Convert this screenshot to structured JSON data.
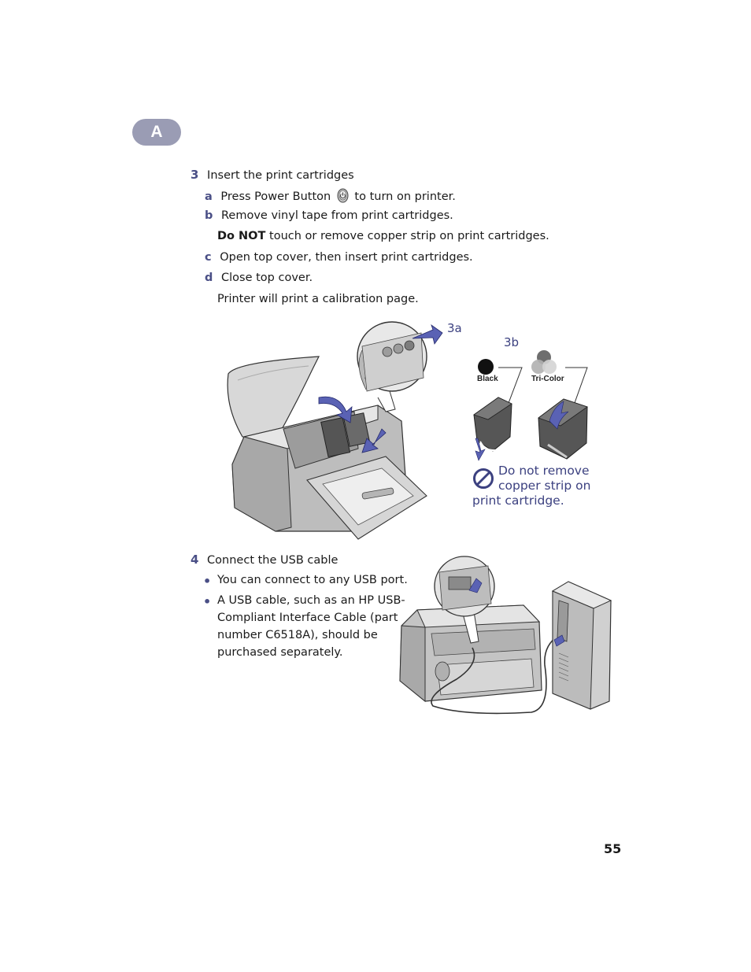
{
  "chapter_tab": "A",
  "step3": {
    "number": "3",
    "title": "Insert the print cartridges",
    "a": {
      "letter": "a",
      "text_before": "Press Power Button",
      "text_after": "to turn on printer."
    },
    "b": {
      "letter": "b",
      "text": "Remove vinyl tape from print cartridges."
    },
    "warning": {
      "bold": "Do NOT",
      "rest": "touch or remove copper strip on print cartridges."
    },
    "c": {
      "letter": "c",
      "text": "Open top cover, then insert print cartridges."
    },
    "d": {
      "letter": "d",
      "text": "Close top cover."
    },
    "note": "Printer will print a calibration page."
  },
  "figure1": {
    "label_3a": "3a",
    "label_3b": "3b",
    "black_label": "Black",
    "tricolor_label": "Tri-Color",
    "caution_lines": [
      "Do not remove",
      "copper strip on",
      "print cartridge."
    ]
  },
  "step4": {
    "number": "4",
    "title": "Connect the USB cable",
    "bullets": [
      {
        "lines": [
          "You can connect to any USB port."
        ]
      },
      {
        "lines": [
          "A USB cable, such as an HP USB-",
          "Compliant Interface Cable (part",
          "number C6518A), should be",
          "purchased separately."
        ]
      }
    ],
    "bullet_symbol": "•"
  },
  "page_number": "55",
  "colors": {
    "accent": "#4a4f86",
    "tab": "#9a9cb4",
    "arrow": "#5a62b4"
  }
}
